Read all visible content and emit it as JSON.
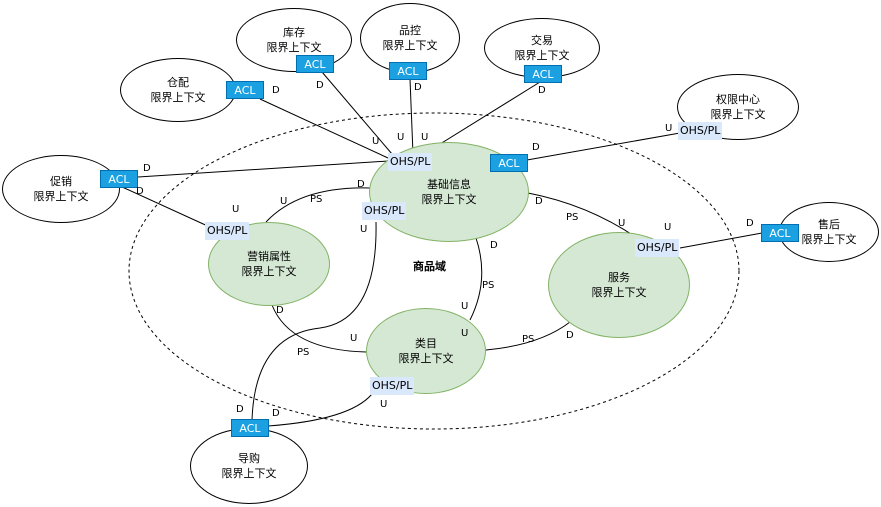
{
  "domain_label": "商品域",
  "contexts": {
    "kucun": {
      "name": "库存",
      "sub": "限界上下文"
    },
    "pinkong": {
      "name": "品控",
      "sub": "限界上下文"
    },
    "jiaoyi": {
      "name": "交易",
      "sub": "限界上下文"
    },
    "cangpei": {
      "name": "仓配",
      "sub": "限界上下文"
    },
    "quanxian": {
      "name": "权限中心",
      "sub": "限界上下文"
    },
    "cuxiao": {
      "name": "促销",
      "sub": "限界上下文"
    },
    "shouhou": {
      "name": "售后",
      "sub": "限界上下文"
    },
    "daogou": {
      "name": "导购",
      "sub": "限界上下文"
    }
  },
  "core": {
    "jichu": {
      "name": "基础信息",
      "sub": "限界上下文"
    },
    "yingxiao": {
      "name": "营销属性",
      "sub": "限界上下文"
    },
    "leimu": {
      "name": "类目",
      "sub": "限界上下文"
    },
    "fuwu": {
      "name": "服务",
      "sub": "限界上下文"
    }
  },
  "badges": {
    "acl": "ACL",
    "ohs": "OHS/PL"
  },
  "marks": {
    "d": "D",
    "u": "U",
    "ps": "PS"
  }
}
